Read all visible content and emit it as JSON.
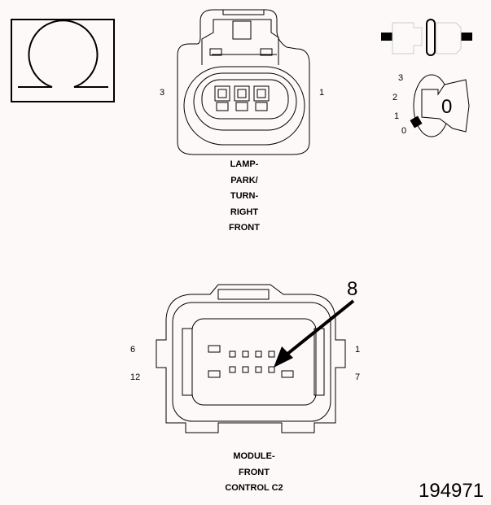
{
  "diagram": {
    "test_symbol": {
      "icon": "ohm-meter-icon",
      "glyph": "Ω"
    },
    "ignition_symbol": {
      "icon": "ignition-key-icon",
      "positions": [
        "3",
        "2",
        "1",
        "0"
      ],
      "current_position": "0",
      "key_label": "0"
    },
    "connector_symbol": {
      "icon": "disconnected-connector-icon"
    },
    "connector_1": {
      "caption_lines": [
        "LAMP-",
        "PARK/",
        "TURN-",
        "RIGHT",
        "FRONT"
      ],
      "pin_left_label": "3",
      "pin_right_label": "1",
      "pin_count": 3
    },
    "connector_2": {
      "caption_lines": [
        "MODULE-",
        "FRONT",
        "CONTROL C2"
      ],
      "pin_top_left_label": "6",
      "pin_bottom_left_label": "12",
      "pin_top_right_label": "1",
      "pin_bottom_right_label": "7",
      "callout_pin": "8",
      "pin_count": 12
    },
    "figure_number": "194971"
  }
}
